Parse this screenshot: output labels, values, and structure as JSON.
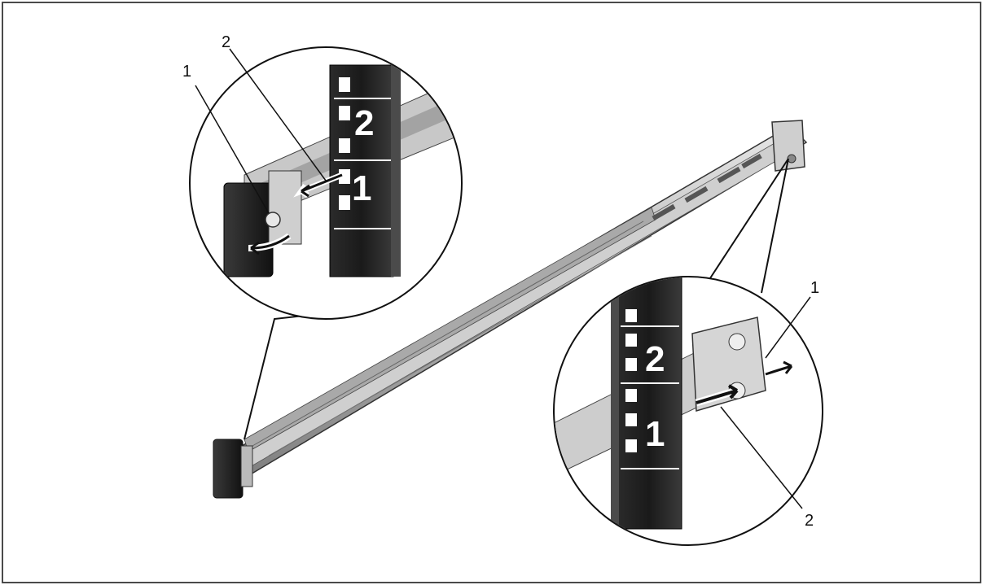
{
  "diagram": {
    "callouts": {
      "top_left_1": "1",
      "top_left_2": "2",
      "right_1": "1",
      "right_2": "2"
    },
    "rack_labels": {
      "left_upper": "2",
      "left_lower": "1",
      "right_upper": "2",
      "right_lower": "1"
    }
  }
}
